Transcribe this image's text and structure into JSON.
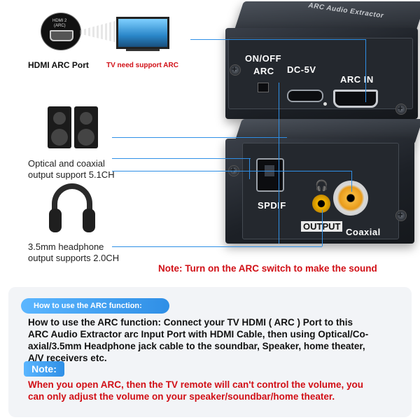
{
  "top_left": {
    "hdmi_port_small": "HDMI 2",
    "hdmi_port_small2": "(ARC)",
    "hdmi_label": "HDMI ARC Port",
    "tv_label": "TV need support ARC"
  },
  "device_top": {
    "top_text": "ARC Audio Extractor",
    "switch_label_1": "ON/OFF",
    "switch_label_2": "ARC",
    "dc_label": "DC-5V",
    "arc_in_label": "ARC IN"
  },
  "device_bottom": {
    "spdif_label": "SPDIF",
    "output_label": "OUTPUT",
    "coaxial_label": "Coaxial"
  },
  "left_features": {
    "optical_line1": "Optical and coaxial",
    "optical_line2": "output support 5.1CH",
    "headphone_line1": "3.5mm headphone",
    "headphone_line2": "output supports 2.0CH"
  },
  "note_arc": "Note: Turn on the ARC switch to make the sound",
  "panel": {
    "how_to_title": "How to use the ARC function:",
    "how_to_lines": [
      "How to use the ARC function: Connect your TV HDMI ( ARC ) Port to this",
      "ARC Audio Extractor arc Input Port with HDMI Cable, then using Optical/Co-",
      "axial/3.5mm Headphone jack cable to the soundbar, Speaker, home theater,",
      "A/V receivers etc."
    ],
    "note_title": "Note:",
    "note_lines": [
      "When you open ARC, then the TV remote will can't control the volume, you",
      "can only adjust the volume on your speaker/soundbar/home theater."
    ]
  },
  "colors": {
    "accent_blue": "#2f8fe6",
    "warning_red": "#d10f16"
  }
}
